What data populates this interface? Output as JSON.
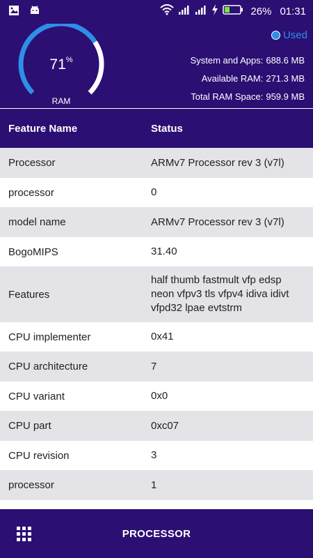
{
  "status_bar": {
    "battery_percent": "26%",
    "time": "01:31",
    "icons": [
      "gallery-icon",
      "android-icon",
      "wifi-icon",
      "signal-icon",
      "signal-icon",
      "charging-icon",
      "battery-icon"
    ]
  },
  "ram": {
    "used_percent": "71",
    "percent_symbol": "%",
    "gauge_fraction": 0.71,
    "label": "RAM",
    "legend_label": "Used",
    "stats": [
      {
        "label": "System and Apps:",
        "value": "688.6 MB"
      },
      {
        "label": "Available RAM:",
        "value": "271.3 MB"
      },
      {
        "label": "Total RAM Space:",
        "value": "959.9 MB"
      }
    ]
  },
  "table": {
    "headers": {
      "name": "Feature Name",
      "status": "Status"
    },
    "rows": [
      {
        "name": "Processor",
        "value": "ARMv7 Processor rev 3 (v7l)"
      },
      {
        "name": "processor",
        "value": "0"
      },
      {
        "name": "model name",
        "value": "ARMv7 Processor rev 3 (v7l)"
      },
      {
        "name": "BogoMIPS",
        "value": "31.40"
      },
      {
        "name": "Features",
        "value": "half thumb fastmult vfp edsp neon vfpv3 tls vfpv4 idiva idivt vfpd32 lpae evtstrm"
      },
      {
        "name": "CPU implementer",
        "value": "0x41"
      },
      {
        "name": "CPU architecture",
        "value": "7"
      },
      {
        "name": "CPU variant",
        "value": "0x0"
      },
      {
        "name": "CPU part",
        "value": "0xc07"
      },
      {
        "name": "CPU revision",
        "value": "3"
      },
      {
        "name": "processor",
        "value": "1"
      }
    ]
  },
  "bottom_bar": {
    "title": "PROCESSOR",
    "menu_icon": "grid-menu-icon"
  },
  "colors": {
    "primary": "#2b0f73",
    "accent": "#2e8ee8",
    "row_alt": "#e3e3e8",
    "battery_fill": "#7be33a"
  }
}
